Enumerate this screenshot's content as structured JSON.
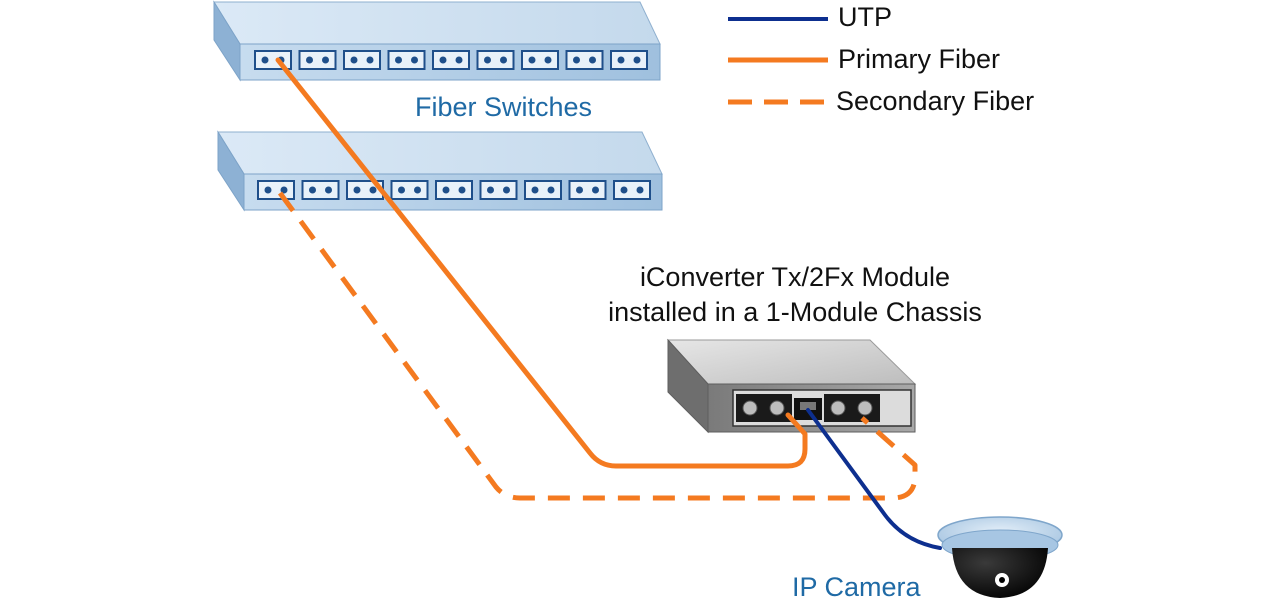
{
  "legend": {
    "utp": {
      "label": "UTP",
      "color": "#0d2f8f"
    },
    "primary": {
      "label": "Primary Fiber",
      "color": "#f47a20"
    },
    "secondary": {
      "label": "Secondary Fiber",
      "color": "#f47a20"
    }
  },
  "labels": {
    "fiber_switches": "Fiber Switches",
    "module_line1": "iConverter Tx/2Fx Module",
    "module_line2": "installed in a 1-Module Chassis",
    "ip_camera": "IP Camera"
  },
  "colors": {
    "switch_face": "#a9c8e4",
    "switch_top": "#d6e6f4",
    "port_border": "#1f4f8a",
    "chassis_top": "#d9d9d9",
    "chassis_face": "#8a8a8a",
    "camera_ring": "#b8d3ea",
    "camera_dome": "#0a0a0a"
  },
  "icons": {
    "switch_top": "fiber-switch-icon",
    "switch_bottom": "fiber-switch-icon",
    "chassis": "media-converter-chassis-icon",
    "camera": "dome-camera-icon"
  }
}
